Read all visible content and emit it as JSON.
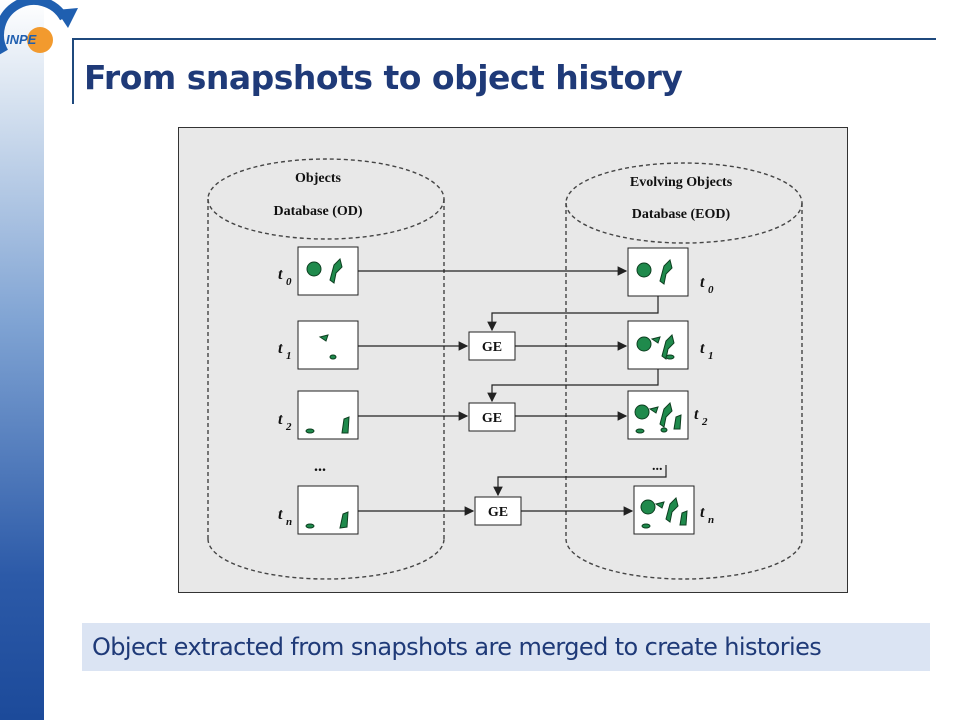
{
  "title": "From snapshots to object history",
  "logo": {
    "text": "INPE"
  },
  "diagram": {
    "left_db": {
      "line1": "Objects",
      "line2": "Database (OD)"
    },
    "right_db": {
      "line1": "Evolving Objects",
      "line2": "Database (EOD)"
    },
    "time_labels": [
      "t",
      "t",
      "t",
      "t"
    ],
    "time_subs": [
      "0",
      "1",
      "2",
      "n"
    ],
    "ge_label": "GE",
    "ellipsis": "...",
    "ellipsis_right": "..."
  },
  "caption": "Object extracted from snapshots are merged to create histories",
  "colors": {
    "title": "#1f3a78",
    "object_fill": "#1f8a4c",
    "diagram_bg": "#e8e8e8",
    "caption_bg": "#dbe4f3"
  }
}
